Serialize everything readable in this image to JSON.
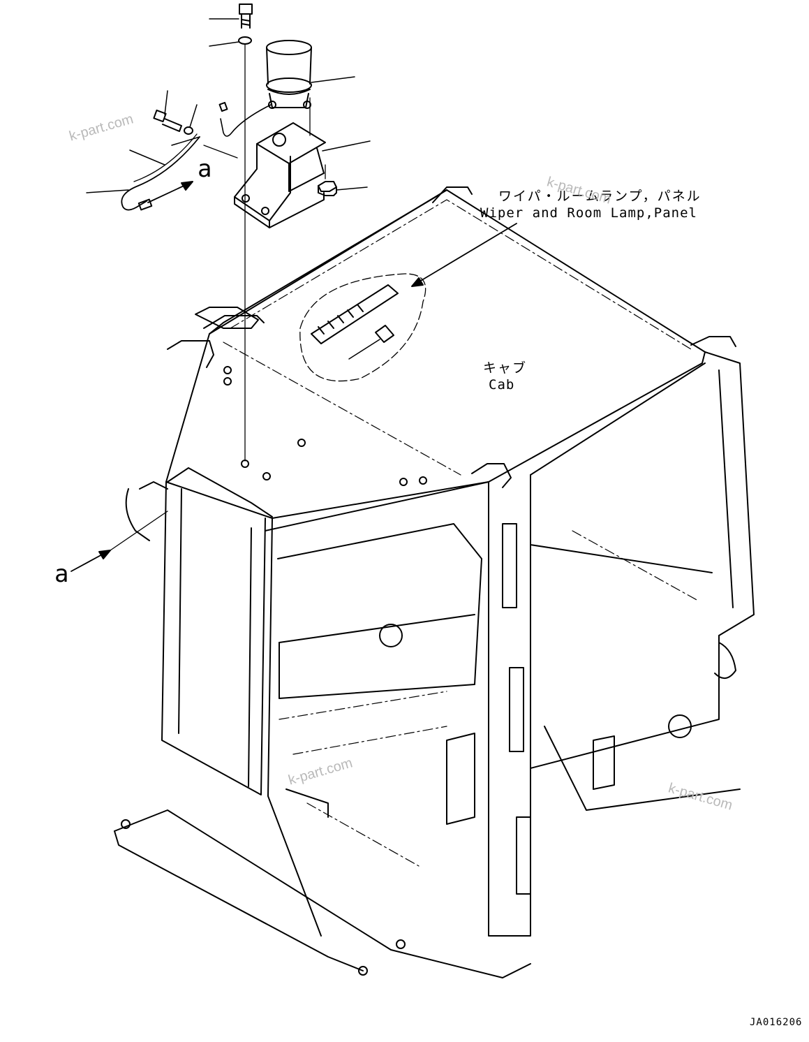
{
  "labels": {
    "wiper_jp": "ワイパ・ルームランプ，パネル",
    "wiper_en": "Wiper and Room Lamp,Panel",
    "cab_jp": "キャブ",
    "cab_en": "Cab",
    "callout_upper": "a",
    "callout_lower": "a",
    "drawing_code": "JA016206"
  },
  "watermarks": [
    "k-part.com",
    "k-part.com",
    "k-part.com",
    "k-part.com"
  ],
  "colors": {
    "line": "#000000",
    "watermark": "#b9b9b9",
    "background": "#ffffff"
  }
}
